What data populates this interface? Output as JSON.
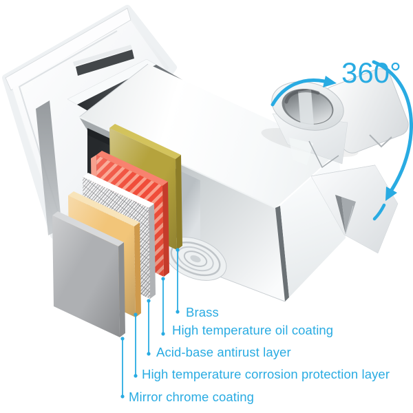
{
  "rotation": {
    "label": "360°"
  },
  "callouts": [
    {
      "label": "Brass"
    },
    {
      "label": "High temperature oil coating"
    },
    {
      "label": "Acid-base antirust layer"
    },
    {
      "label": "High temperature corrosion protection layer"
    },
    {
      "label": "Mirror chrome coating"
    }
  ],
  "colors": {
    "accent": "#29abe2",
    "brass": "#b5a33d",
    "oil_base": "#f04d3a",
    "oil_stripe": "#f9a18d",
    "antirust_base": "#f4f4f5",
    "antirust_line": "#8e9093",
    "corrosion_tan": "#f2c579",
    "chrome_gray": "#aeb0b3"
  }
}
